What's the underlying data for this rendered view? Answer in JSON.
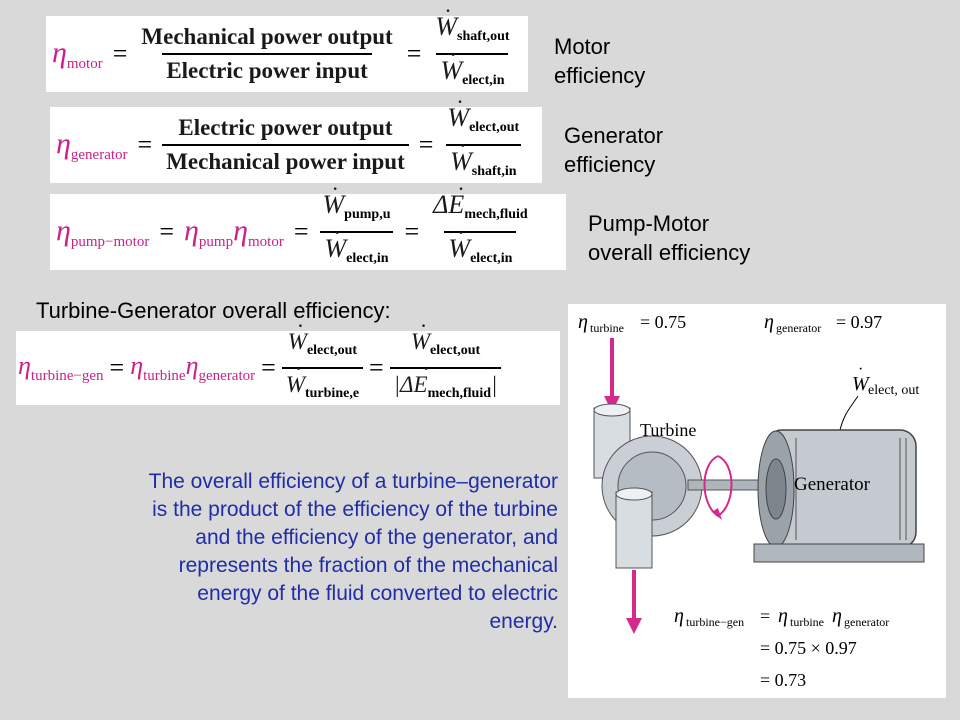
{
  "labels": {
    "motor": [
      "Motor",
      "efficiency"
    ],
    "generator": [
      "Generator",
      "efficiency"
    ],
    "pump_motor": [
      "Pump-Motor",
      "overall efficiency"
    ],
    "turbine_gen_heading": "Turbine-Generator overall efficiency:"
  },
  "equations": {
    "motor": {
      "eta_sub": "motor",
      "frac_num": "Mechanical power output",
      "frac_den": "Electric power input",
      "w_num_sub": "shaft,out",
      "w_den_sub": "elect,in"
    },
    "generator": {
      "eta_sub": "generator",
      "frac_num": "Electric power output",
      "frac_den": "Mechanical power input",
      "w_num_sub": "elect,out",
      "w_den_sub": "shaft,in"
    },
    "pump_motor": {
      "eta_sub": "pump−motor",
      "prod1_sub": "pump",
      "prod2_sub": "motor",
      "w_num_sub": "pump,u",
      "w_den_sub": "elect,in",
      "e_num_sub": "mech,fluid",
      "e_den_sub": "elect,in"
    },
    "turbine_gen": {
      "eta_sub": "turbine−gen",
      "prod1_sub": "turbine",
      "prod2_sub": "generator",
      "w_num_sub": "elect,out",
      "w_den_sub": "turbine,e",
      "w2_num_sub": "elect,out",
      "e_den_sub": "mech,fluid"
    }
  },
  "paragraph": "The overall efficiency of a turbine–generator is the product of the efficiency of the turbine and the efficiency of the generator, and represents the fraction of the mechanical energy of the fluid converted to electric energy.",
  "figure": {
    "eta_turbine": "0.75",
    "eta_generator": "0.97",
    "w_label_sub": "elect, out",
    "turbine_label": "Turbine",
    "generator_label": "Generator",
    "result_line1_rhs": "η",
    "calc_line2": "= 0.75 × 0.97",
    "calc_line3": "= 0.73"
  },
  "colors": {
    "accent": "#cc1f8a",
    "paragraph": "#1f2ea8",
    "background": "#d9d9d9"
  }
}
